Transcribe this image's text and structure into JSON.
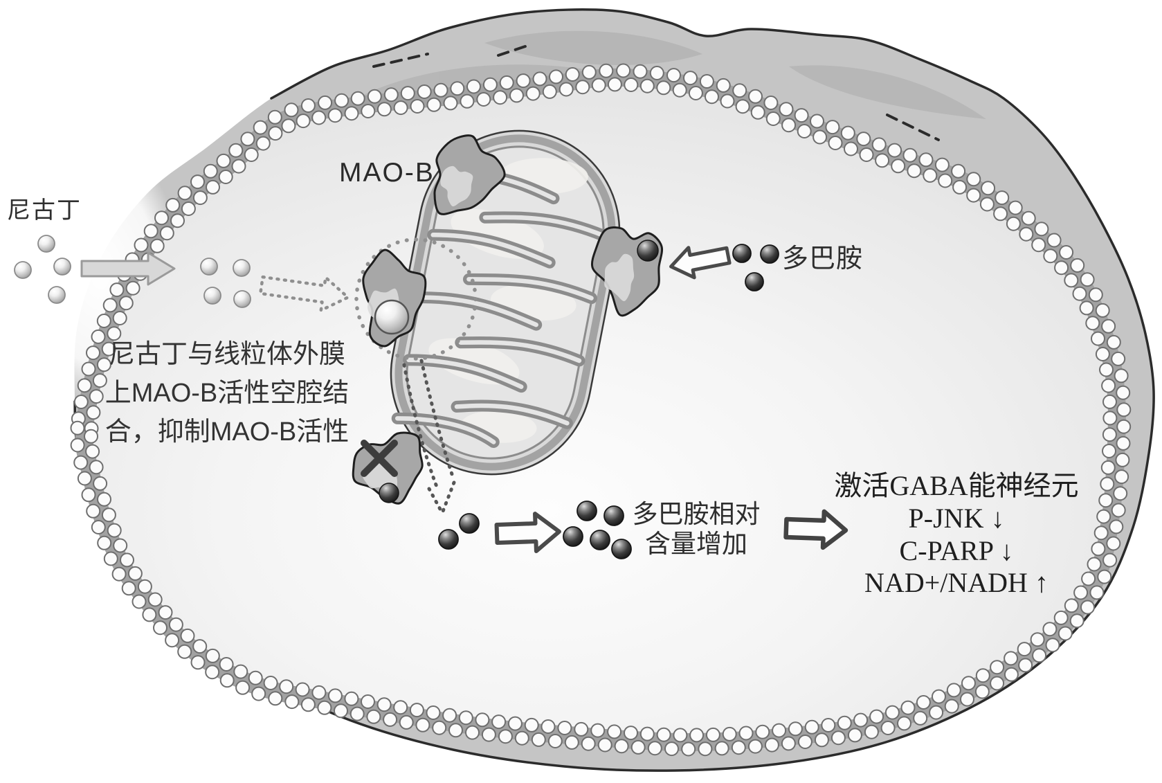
{
  "figure": {
    "type": "cell-signaling-pathway-diagram",
    "labels": {
      "nicotine": "尼古丁",
      "mao_b": "MAO-B",
      "dopamine": "多巴胺",
      "binding_note": [
        "尼古丁与线粒体外膜",
        "上MAO-B活性空腔结",
        "合，抑制MAO-B活性"
      ],
      "dopamine_increase": [
        "多巴胺相对",
        "含量增加"
      ],
      "outcome": [
        "激活GABA能神经元",
        "P-JNK ↓",
        "C-PARP ↓",
        "NAD+/NADH ↑"
      ]
    },
    "icons": [
      "cell-membrane-beads",
      "cell-exterior",
      "cytoplasm",
      "mitochondrion",
      "mao-b-protein",
      "inhibited-mao-b-protein",
      "inhibition-cross-icon",
      "nicotine-molecule",
      "dopamine-molecule",
      "entry-arrow-icon",
      "dashed-binding-arrow-icon",
      "dashed-release-track-icon",
      "dashed-focus-circle"
    ],
    "palette": {
      "background": "#ffffff",
      "cell_band": "#c5c5c5",
      "cytoplasm": "#e9e9e9",
      "membrane_band": "#a2a2a2",
      "membrane_bead": "#fbfbfb",
      "mito_body": "#d9d9d9",
      "mito_cristae": "#8c8c8c",
      "protein_blob": "#a7a7a7",
      "nicotine_sphere": "#c9c9c9",
      "dopamine_sphere": "#3e3e3e",
      "outline": "#2b2b2b",
      "text": "#2e2e2e"
    }
  }
}
